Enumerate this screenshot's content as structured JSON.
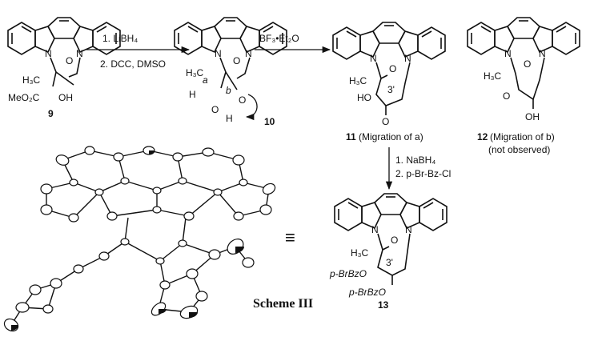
{
  "scheme_title": "Scheme III",
  "compounds": {
    "c9": {
      "number": "9",
      "substituents": {
        "methyl": "H₃C",
        "ester": "MeO₂C",
        "hydroxyl": "OH",
        "ring_o": "O",
        "n_left": "N",
        "n_right": "N"
      }
    },
    "c10": {
      "number": "10",
      "substituents": {
        "methyl": "H₃C",
        "bond_a": "a",
        "bond_b": "b",
        "aldehyde_h": "H",
        "aldehyde_o": "O",
        "hydroxyl_o": "O",
        "hydroxyl_h": "H",
        "ring_o": "O",
        "n_left": "N",
        "n_right": "N"
      }
    },
    "c11": {
      "number": "11",
      "caption": "(Migration of a)",
      "substituents": {
        "methyl": "H₃C",
        "hydroxyl": "HO",
        "carbonyl": "O",
        "ring_o": "O",
        "position": "3'",
        "n_left": "N",
        "n_right": "N"
      }
    },
    "c12": {
      "number": "12",
      "caption": "(Migration of b)",
      "note": "(not observed)",
      "substituents": {
        "methyl": "H₃C",
        "carbonyl": "O",
        "hydroxyl": "OH",
        "ring_o": "O",
        "n_left": "N",
        "n_right": "N"
      }
    },
    "c13": {
      "number": "13",
      "substituents": {
        "methyl": "H₃C",
        "position": "3'",
        "ester1": "p-BrBzO",
        "ester2": "p-BrBzO",
        "ring_o": "O",
        "n_left": "N",
        "n_right": "N"
      }
    }
  },
  "reagents": {
    "step1": [
      "1. LiBH₄",
      "2. DCC, DMSO"
    ],
    "step2": [
      "BF₃•Et₂O"
    ],
    "step3": [
      "1. NaBH₄",
      "2. p-Br-Bz-Cl"
    ]
  },
  "equivalence_symbol": "≡"
}
